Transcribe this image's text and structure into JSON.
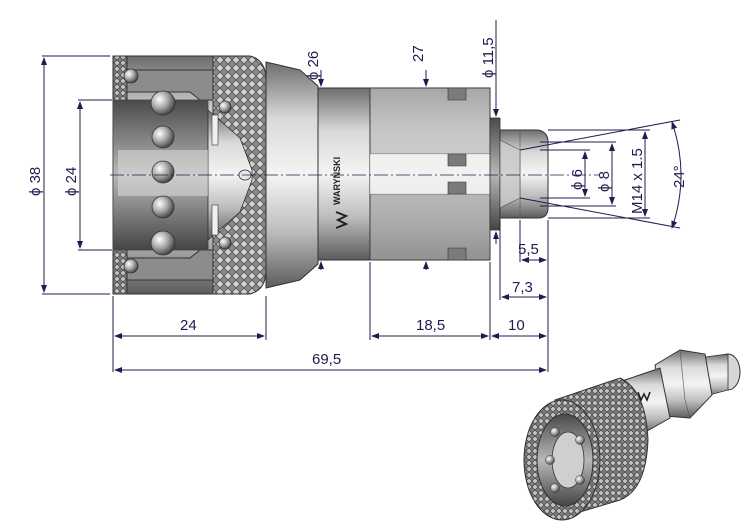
{
  "dimensions": {
    "d38": "ϕ 38",
    "d24": "ϕ 24",
    "d26": "ϕ 26",
    "w27": "27",
    "d11_5": "ϕ 11,5",
    "d6": "ϕ 6",
    "d8": "ϕ 8",
    "thread": "M14 x 1.5",
    "angle": "24°",
    "l5_5": "5,5",
    "l7_3": "7,3",
    "l24": "24",
    "l18_5": "18,5",
    "l10": "10",
    "l69_5": "69,5"
  },
  "logo": {
    "brand": "WARYŃSKI"
  },
  "colors": {
    "dim": "#1d1d4f",
    "metal_dark": "#5a5a5a",
    "metal_mid": "#9a9a9a",
    "metal_light": "#e6e6e6",
    "knurl": "#6e6e6e"
  }
}
